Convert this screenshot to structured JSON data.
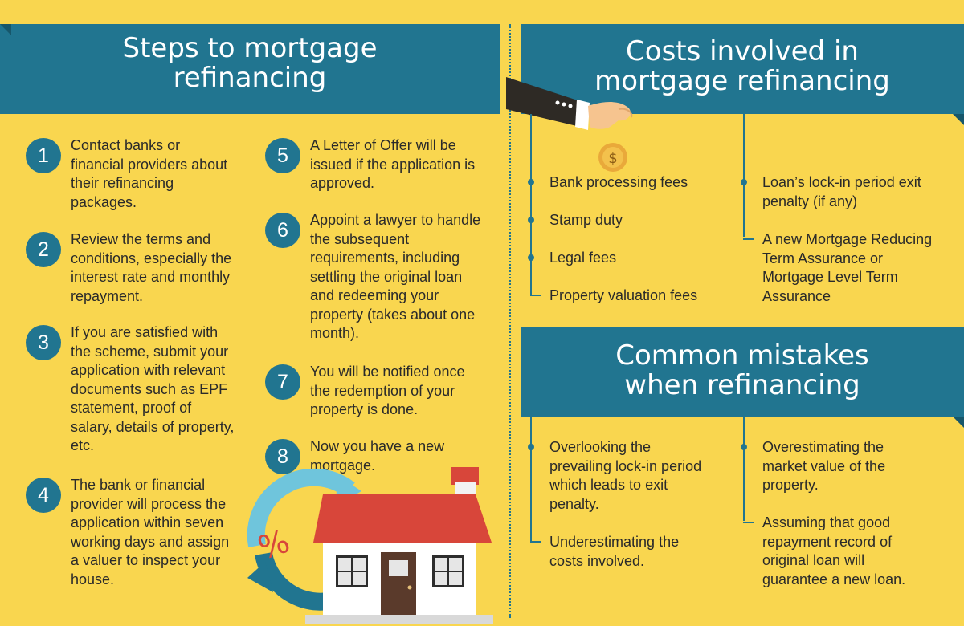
{
  "steps_section": {
    "title_line1": "Steps to mortgage",
    "title_line2": "refinancing",
    "steps": [
      {
        "num": "1",
        "text": "Contact banks or financial providers about their refinancing packages."
      },
      {
        "num": "2",
        "text": "Review the terms and conditions, especially the interest rate and monthly repayment."
      },
      {
        "num": "3",
        "text": "If you are satisfied with the scheme, submit your application with relevant documents such as EPF statement, proof of salary, details of property, etc."
      },
      {
        "num": "4",
        "text": "The bank or financial provider will process the application within seven working days and assign a valuer to inspect your house."
      },
      {
        "num": "5",
        "text": "A Letter of Offer will be issued if the application is approved."
      },
      {
        "num": "6",
        "text": "Appoint a lawyer to handle the subsequent requirements, including settling the original loan and redeeming your property (takes about one month)."
      },
      {
        "num": "7",
        "text": "You will be notified once the redemption of your property is done."
      },
      {
        "num": "8",
        "text": "Now you have a new mortgage."
      }
    ]
  },
  "costs_section": {
    "title_line1": "Costs involved in",
    "title_line2": "mortgage refinancing",
    "left_items": [
      "Bank processing fees",
      "Stamp duty",
      "Legal fees",
      "Property valuation fees"
    ],
    "right_items": [
      "Loan’s lock-in period exit penalty (if any)",
      "A new Mortgage Reducing Term Assurance or Mortgage Level Term Assurance"
    ]
  },
  "mistakes_section": {
    "title_line1": "Common mistakes",
    "title_line2": "when refinancing",
    "left_items": [
      "Overlooking the prevailing lock-in period which leads to exit penalty.",
      "Underestimating the costs involved."
    ],
    "right_items": [
      "Overestimating the market value of the property.",
      "Assuming that good repayment record of original loan will guarantee a new loan."
    ]
  },
  "illustrations": {
    "coin_symbol": "$",
    "percent_symbol": "%",
    "hand_icon": "hand-dropping-coin-icon",
    "house_icon": "house-with-refresh-arrows-icon"
  },
  "colors": {
    "background": "#f9d64f",
    "accent": "#217590",
    "text": "#2a2a2a",
    "roof": "#d8463a"
  }
}
